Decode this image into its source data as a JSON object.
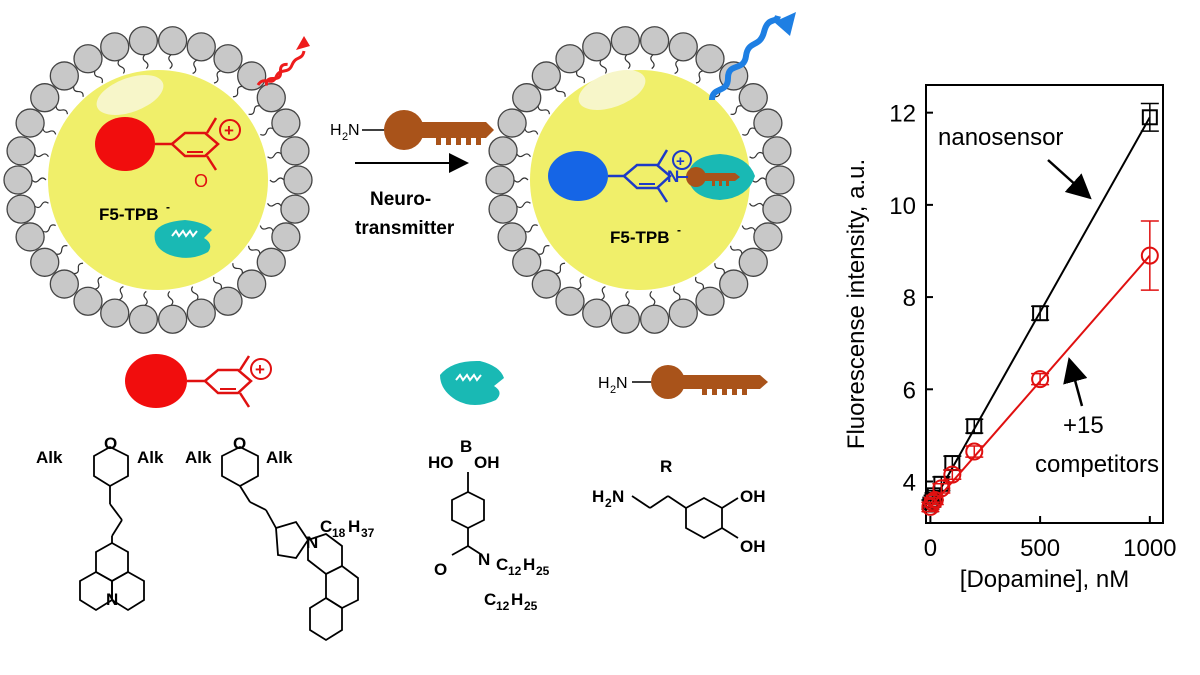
{
  "left_particle": {
    "counter_ion_label": "F5-TPB",
    "counter_ion_charge": "-"
  },
  "right_particle": {
    "counter_ion_label": "F5-TPB",
    "counter_ion_charge": "-"
  },
  "reaction_arrow": {
    "line1": "Neuro-",
    "line2": "transmitter"
  },
  "amine_label": {
    "main": "H",
    "sub": "2",
    "rest": "N"
  },
  "legend_amine_label": {
    "main": "H",
    "sub": "2",
    "rest": "N"
  },
  "charge_symbol": "+",
  "structures": {
    "dye1": {
      "left_sub": "Alk",
      "right_sub": "Alk",
      "ring_o": "O",
      "amine_n": "N"
    },
    "dye2": {
      "left_sub": "Alk",
      "right_sub": "Alk",
      "ring_o": "O",
      "n_label": "N",
      "chain": "C",
      "chain_sub1": "18",
      "chain_mid": "H",
      "chain_sub2": "37"
    },
    "receptor": {
      "top": "HO",
      "b": "B",
      "oh": "OH",
      "o": "O",
      "n": "N",
      "c1": "C",
      "c1a": "12",
      "c1h": "H",
      "c1b": "25",
      "c2": "C",
      "c2a": "12",
      "c2h": "H",
      "c2b": "25"
    },
    "dopamine": {
      "r": "R",
      "nh2_main": "H",
      "nh2_sub": "2",
      "nh2_n": "N",
      "oh1": "OH",
      "oh2": "OH"
    }
  },
  "chart_data": {
    "type": "scatter",
    "xlabel": "[Dopamine], nM",
    "ylabel": "Fluorescense intensity, a.u.",
    "xlim": [
      -20,
      1060
    ],
    "ylim": [
      3.1,
      12.6
    ],
    "x_ticks": [
      0,
      500,
      1000
    ],
    "y_ticks": [
      4,
      6,
      8,
      10,
      12
    ],
    "grid": false,
    "series": [
      {
        "name": "nanosensor",
        "color": "#000000",
        "marker": "square",
        "points": [
          {
            "x": 0,
            "y": 3.5,
            "err": 0.1
          },
          {
            "x": 10,
            "y": 3.6,
            "err": 0.1
          },
          {
            "x": 20,
            "y": 3.7,
            "err": 0.1
          },
          {
            "x": 50,
            "y": 3.95,
            "err": 0.15
          },
          {
            "x": 100,
            "y": 4.4,
            "err": 0.15
          },
          {
            "x": 200,
            "y": 5.2,
            "err": 0.15
          },
          {
            "x": 500,
            "y": 7.65,
            "err": 0.15
          },
          {
            "x": 1000,
            "y": 11.9,
            "err": 0.3
          }
        ],
        "fit": [
          [
            0,
            3.45
          ],
          [
            1000,
            11.9
          ]
        ]
      },
      {
        "name": "+15 competitors",
        "color": "#e01010",
        "marker": "circle",
        "points": [
          {
            "x": 0,
            "y": 3.45,
            "err": 0.1
          },
          {
            "x": 10,
            "y": 3.55,
            "err": 0.1
          },
          {
            "x": 20,
            "y": 3.6,
            "err": 0.1
          },
          {
            "x": 50,
            "y": 3.85,
            "err": 0.1
          },
          {
            "x": 100,
            "y": 4.15,
            "err": 0.1
          },
          {
            "x": 200,
            "y": 4.65,
            "err": 0.12
          },
          {
            "x": 500,
            "y": 6.22,
            "err": 0.12
          },
          {
            "x": 1000,
            "y": 8.9,
            "err": 0.75
          }
        ],
        "fit": [
          [
            0,
            3.45
          ],
          [
            1000,
            8.9
          ]
        ]
      }
    ],
    "annotations": [
      {
        "text": "nanosensor"
      },
      {
        "text_line1": "+15",
        "text_line2": "competitors"
      }
    ]
  },
  "colors": {
    "particle_core": "#f0ef6a",
    "lipid_head": "#c8c8c8",
    "red_dye": "#f10d0d",
    "blue_dye": "#1565e6",
    "receptor": "#19b9b4",
    "key": "#a9531a",
    "red_wave": "#ee1c1c",
    "blue_wave": "#1e7fe3"
  }
}
